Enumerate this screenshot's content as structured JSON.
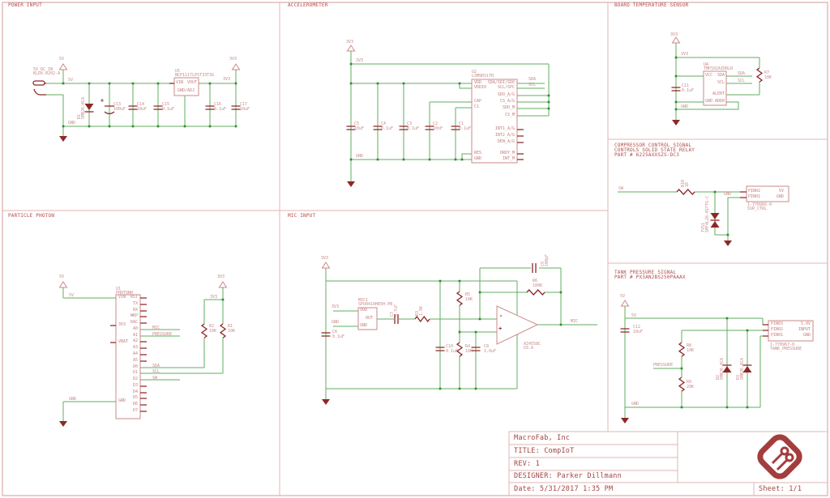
{
  "colors": {
    "background": "#ffffff",
    "frame": "#e2b6b6",
    "wire": "#61ae61",
    "junction": "#2e8b2e",
    "symbol": "#8e2727",
    "outline": "#cb8888",
    "text_small": "#c98989",
    "text_pin": "#c38080",
    "text_title": "#b24c4c",
    "text_titleblock": "#a34444",
    "logo": "#a43d3d"
  },
  "titleblock": {
    "company": "MacroFab, Inc",
    "title": "TITLE: CompIoT",
    "rev": "REV: 1",
    "designer": "DESIGNER: Parker Dillmann",
    "date": "Date: 5/31/2017 1:35 PM",
    "sheet": "Sheet: 1/1"
  },
  "sections": [
    {
      "id": "power-input",
      "title": "POWER INPUT",
      "labels": [
        [
          "POWER INPUT",
          10,
          4,
          "t"
        ],
        [
          "5V_DC_IN",
          41,
          84
        ],
        [
          "KLDX-0202-A",
          41,
          89
        ],
        [
          "5V",
          73,
          71
        ],
        [
          "5V",
          84,
          97
        ],
        [
          "D1",
          96,
          147,
          "s r"
        ],
        [
          "SMBJ6.0CA",
          101,
          147,
          "s r"
        ],
        [
          "C13",
          140,
          127
        ],
        [
          "100uF",
          140,
          133
        ],
        [
          "C14",
          169,
          127
        ],
        [
          "10uF",
          169,
          133
        ],
        [
          "C15",
          200,
          127
        ],
        [
          "0.1uF",
          200,
          133
        ],
        [
          "U5",
          216,
          86
        ],
        [
          "NCP1117LPST33T3G",
          216,
          91
        ],
        [
          "VIN",
          217,
          100,
          "p"
        ],
        [
          "VOUT",
          231,
          100,
          "p"
        ],
        [
          "GND/ADJ",
          219,
          110,
          "p"
        ],
        [
          "3V3",
          275,
          96
        ],
        [
          "C16",
          264,
          127
        ],
        [
          "0.1uF",
          264,
          133
        ],
        [
          "C17",
          296,
          127
        ],
        [
          "10uF",
          296,
          133
        ],
        [
          "3V3",
          283,
          71
        ],
        [
          "GND",
          84,
          150
        ]
      ]
    },
    {
      "id": "accelerometer",
      "title": "ACCELEROMETER",
      "labels": [
        [
          "ACCELEROMETER",
          355,
          4,
          "t"
        ],
        [
          "3V3",
          427,
          50
        ],
        [
          "3V3",
          439,
          73
        ],
        [
          "U2",
          582,
          87
        ],
        [
          "LSM9DS1TR",
          582,
          92
        ],
        [
          "VDD",
          585,
          100,
          "p"
        ],
        [
          "VDDIO",
          585,
          106,
          "p"
        ],
        [
          "CAP",
          585,
          123,
          "p"
        ],
        [
          "C1",
          585,
          130,
          "p"
        ],
        [
          "RES",
          585,
          187,
          "p"
        ],
        [
          "GND",
          585,
          194,
          "p"
        ],
        [
          "SDA/SDI/SDO",
          635,
          100,
          "p e"
        ],
        [
          "SCL/SPC",
          635,
          106,
          "p e"
        ],
        [
          "SDO_A/G",
          635,
          115,
          "p e"
        ],
        [
          "CS_A/G",
          635,
          123,
          "p e"
        ],
        [
          "SDO_M",
          635,
          131,
          "p e"
        ],
        [
          "CS_M",
          635,
          140,
          "p e"
        ],
        [
          "INT1_A/G",
          635,
          157,
          "p e"
        ],
        [
          "INT2_A/G",
          635,
          165,
          "p e"
        ],
        [
          "DEN_A/G",
          635,
          173,
          "p e"
        ],
        [
          "DRDY_M",
          635,
          187,
          "p e"
        ],
        [
          "INT_M",
          635,
          194,
          "p e"
        ],
        [
          "SDA",
          652,
          96
        ],
        [
          "SCL",
          652,
          103
        ],
        [
          "C5",
          437,
          151
        ],
        [
          "10uF",
          437,
          157
        ],
        [
          "C4",
          470,
          151
        ],
        [
          "0.1uF",
          470,
          157
        ],
        [
          "C3",
          502,
          151
        ],
        [
          "0.1uF",
          502,
          157
        ],
        [
          "C2",
          534,
          151
        ],
        [
          "10nF",
          534,
          157
        ],
        [
          "C1",
          566,
          151
        ],
        [
          "0.1uF",
          566,
          157
        ],
        [
          "GND",
          439,
          191
        ]
      ]
    },
    {
      "id": "board-temperature-sensor",
      "title": "BOARD TEMPERATURE SENSOR",
      "labels": [
        [
          "BOARD TEMPERATURE SENSOR",
          758,
          4,
          "t"
        ],
        [
          "3V3",
          827,
          41
        ],
        [
          "3V3",
          840,
          65
        ],
        [
          "U4",
          868,
          78
        ],
        [
          "TMP102AIDRLR",
          868,
          83
        ],
        [
          "VCC",
          870,
          91,
          "p"
        ],
        [
          "SDA",
          894,
          91,
          "p e"
        ],
        [
          "SCL",
          894,
          100,
          "p e"
        ],
        [
          "ALERT",
          894,
          114,
          "p e"
        ],
        [
          "GND",
          870,
          123,
          "p"
        ],
        [
          "ADD0",
          894,
          123,
          "p e"
        ],
        [
          "SDA",
          910,
          89
        ],
        [
          "SCL",
          910,
          98
        ],
        [
          "C11",
          841,
          104
        ],
        [
          "0.1uF",
          841,
          110
        ],
        [
          "R7",
          943,
          88
        ],
        [
          "10K",
          943,
          94
        ],
        [
          "GND",
          840,
          130
        ]
      ]
    },
    {
      "id": "compressor-control",
      "title": "COMPRESSOR CONTROL SIGNAL",
      "labels": [
        [
          "COMPRESSOR CONTROL SIGNAL",
          758,
          177,
          "t"
        ],
        [
          "CONTROLS SOLID STATE RELAY",
          758,
          183,
          "t"
        ],
        [
          "PART # 6225AXXSZS-DC3",
          758,
          189,
          "t"
        ],
        [
          "SW",
          763,
          231
        ],
        [
          "R10",
          841,
          231,
          "s r"
        ],
        [
          "1K",
          846,
          231,
          "s r"
        ],
        [
          "TVS1",
          866,
          287,
          "s r"
        ],
        [
          "SMF4L28-01FTG-C",
          871,
          287,
          "s r"
        ],
        [
          "GND",
          893,
          238
        ],
        [
          "PIN02",
          923,
          234,
          "p"
        ],
        [
          "5V",
          967,
          234,
          "p e"
        ],
        [
          "PIN01",
          923,
          241,
          "p"
        ],
        [
          "GND",
          967,
          241,
          "p e"
        ],
        [
          "1-770966-0",
          922,
          251
        ],
        [
          "SSR_CTRL",
          922,
          256
        ]
      ]
    },
    {
      "id": "tank-pressure",
      "title": "TANK PRESSURE SIGNAL",
      "labels": [
        [
          "TANK PRESSURE SIGNAL",
          758,
          334,
          "t"
        ],
        [
          "PART # PX3AN2BS250PAAAX",
          758,
          340,
          "t"
        ],
        [
          "5V",
          765,
          364
        ],
        [
          "5V",
          779,
          388
        ],
        [
          "C12",
          781,
          402
        ],
        [
          "10uF",
          781,
          408
        ],
        [
          "R8",
          847,
          425
        ],
        [
          "10K",
          847,
          431
        ],
        [
          "PRESSURE",
          806,
          449
        ],
        [
          "R9",
          847,
          470
        ],
        [
          "20K",
          847,
          476
        ],
        [
          "D2",
          884,
          469,
          "s r"
        ],
        [
          "SMBJ6.0CA",
          889,
          469,
          "s r"
        ],
        [
          "D3",
          909,
          469,
          "s r"
        ],
        [
          "SMBJ6.0CA",
          914,
          469,
          "s r"
        ],
        [
          "GND",
          779,
          497
        ],
        [
          "PIN03",
          951,
          398,
          "p"
        ],
        [
          "5.0V",
          1000,
          398,
          "p e"
        ],
        [
          "PIN02",
          951,
          405,
          "p"
        ],
        [
          "INPUT",
          1000,
          405,
          "p e"
        ],
        [
          "PIN01",
          951,
          412,
          "p"
        ],
        [
          "GND",
          1000,
          412,
          "p e"
        ],
        [
          "1-770967-0",
          950,
          424
        ],
        [
          "TANK_PRESSURE",
          950,
          429
        ]
      ]
    },
    {
      "id": "particle-photon",
      "title": "PARTICLE PHOTON",
      "labels": [
        [
          "PARTICLE PHOTON",
          10,
          264,
          "t"
        ],
        [
          "5V",
          73,
          340
        ],
        [
          "5V",
          85,
          363
        ],
        [
          "U1",
          143,
          355
        ],
        [
          "PHOTONH",
          143,
          360
        ],
        [
          "VIN",
          146,
          365,
          "p"
        ],
        [
          "3V3",
          146,
          399,
          "p"
        ],
        [
          "VBAT",
          146,
          420,
          "p"
        ],
        [
          "GND",
          146,
          493,
          "p"
        ],
        [
          "RST",
          170,
          365,
          "p e"
        ],
        [
          "TX",
          170,
          373,
          "p e"
        ],
        [
          "RX",
          170,
          381,
          "p e"
        ],
        [
          "WKP",
          170,
          388,
          "p e"
        ],
        [
          "DAC",
          170,
          396,
          "p e"
        ],
        [
          "A0",
          170,
          404,
          "p e"
        ],
        [
          "A1",
          170,
          412,
          "p e"
        ],
        [
          "A2",
          170,
          419,
          "p e"
        ],
        [
          "A3",
          170,
          427,
          "p e"
        ],
        [
          "A4",
          170,
          435,
          "p e"
        ],
        [
          "A5",
          170,
          443,
          "p e"
        ],
        [
          "D0",
          170,
          451,
          "p e"
        ],
        [
          "D1",
          170,
          458,
          "p e"
        ],
        [
          "D2",
          170,
          466,
          "p e"
        ],
        [
          "D3",
          170,
          474,
          "p e"
        ],
        [
          "D4",
          170,
          482,
          "p e"
        ],
        [
          "D5",
          170,
          489,
          "p e"
        ],
        [
          "D6",
          170,
          497,
          "p e"
        ],
        [
          "D7",
          170,
          505,
          "p e"
        ],
        [
          "MIC",
          188,
          403
        ],
        [
          "PRESSURE",
          188,
          411
        ],
        [
          "SDA",
          188,
          450
        ],
        [
          "SCL",
          188,
          457
        ],
        [
          "SW",
          188,
          465
        ],
        [
          "GND",
          85,
          491
        ],
        [
          "R2",
          258,
          401
        ],
        [
          "10K",
          258,
          407
        ],
        [
          "R1",
          281,
          401
        ],
        [
          "10K",
          281,
          407
        ],
        [
          "3V3",
          268,
          340
        ],
        [
          "3V3",
          259,
          365
        ]
      ]
    },
    {
      "id": "mic-input",
      "title": "MIC INPUT",
      "labels": [
        [
          "MIC INPUT",
          355,
          264,
          "t"
        ],
        [
          "3V3",
          396,
          317
        ],
        [
          "MIC1",
          442,
          369
        ],
        [
          "SPU0410HR5H-PB",
          442,
          374
        ],
        [
          "VDD",
          444,
          381,
          "p"
        ],
        [
          "OUT",
          451,
          391,
          "p"
        ],
        [
          "GND",
          444,
          400,
          "p"
        ],
        [
          "3V3",
          409,
          377
        ],
        [
          "GND",
          409,
          396
        ],
        [
          "C6",
          410,
          408
        ],
        [
          "0.1uF",
          410,
          414
        ],
        [
          "C7",
          482,
          391,
          "s r"
        ],
        [
          "4.7uF",
          487,
          391,
          "s r"
        ],
        [
          "R3",
          513,
          390,
          "s r"
        ],
        [
          "1.5K",
          518,
          390,
          "s r"
        ],
        [
          "R5",
          574,
          362
        ],
        [
          "10K",
          574,
          368
        ],
        [
          "C10",
          550,
          426
        ],
        [
          "0.1uF",
          550,
          432
        ],
        [
          "R4",
          574,
          426
        ],
        [
          "10K",
          574,
          432
        ],
        [
          "C8",
          597,
          426
        ],
        [
          "1.0uF",
          597,
          432
        ],
        [
          "C9",
          668,
          329,
          "s r"
        ],
        [
          "100pF",
          673,
          329,
          "s r"
        ],
        [
          "R6",
          657,
          345
        ],
        [
          "100K",
          657,
          351
        ],
        [
          "-",
          616,
          387,
          "op"
        ],
        [
          "+",
          615,
          403,
          "op"
        ],
        [
          "AZ4558C",
          646,
          423
        ],
        [
          "U3.A",
          646,
          428
        ],
        [
          "MIC",
          704,
          395
        ]
      ]
    }
  ]
}
